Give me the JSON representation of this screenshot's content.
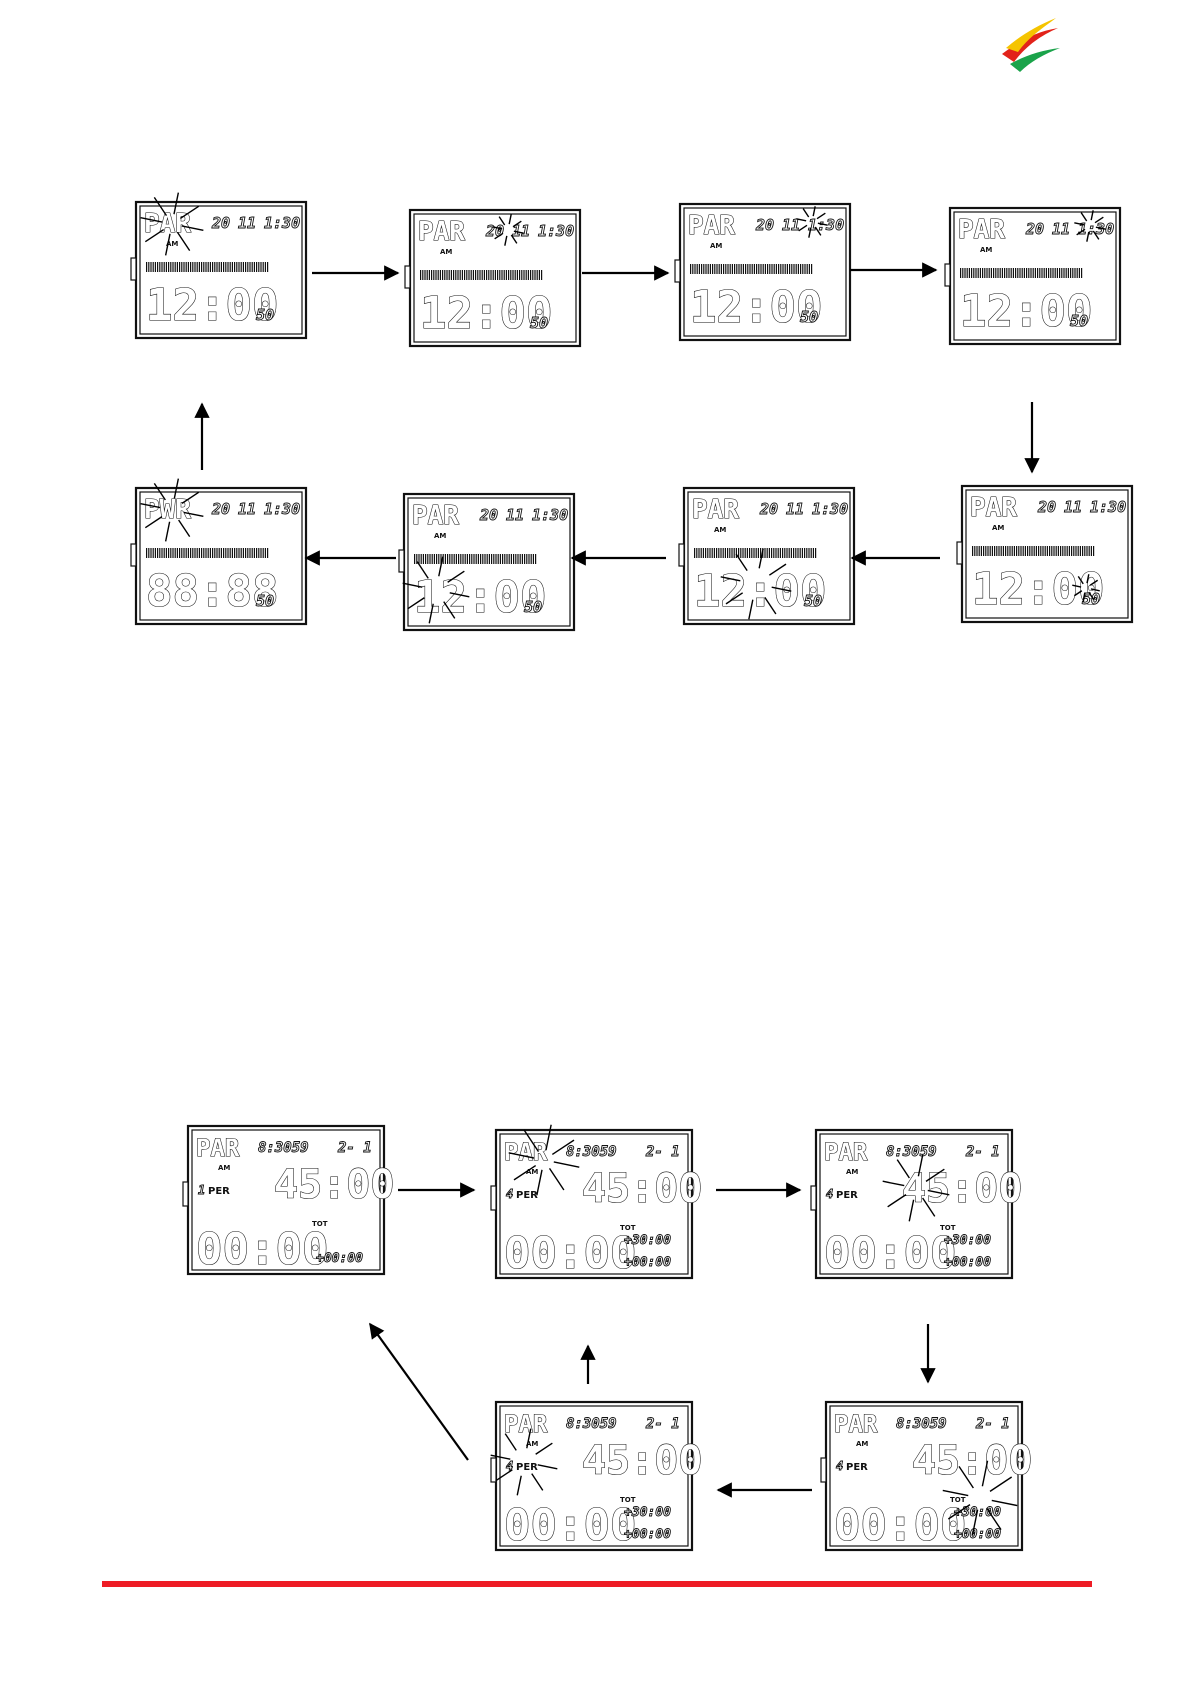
{
  "colors": {
    "accent_line": "#ee1c25",
    "logo_red": "#e2231a",
    "logo_yellow": "#f5c400",
    "logo_green": "#1aa34a"
  },
  "logo": {
    "icon": "swoosh-logo-icon"
  },
  "group1": {
    "screens": [
      {
        "mode": "PAR",
        "sub": "AM",
        "date_a": "20",
        "date_b": "11",
        "time_r": "1:30",
        "big_time": "12:00",
        "small": "50"
      },
      {
        "mode": "PAR",
        "sub": "AM",
        "date_a": "20",
        "date_b": "11",
        "time_r": "1:30",
        "big_time": "12:00",
        "small": "50"
      },
      {
        "mode": "PAR",
        "sub": "AM",
        "date_a": "20",
        "date_b": "11",
        "time_r": "1:30",
        "big_time": "12:00",
        "small": "50"
      },
      {
        "mode": "PAR",
        "sub": "AM",
        "date_a": "20",
        "date_b": "11",
        "time_r": "1:30",
        "big_time": "12:00",
        "small": "50"
      },
      {
        "mode": "PAR",
        "sub": "AM",
        "date_a": "20",
        "date_b": "11",
        "time_r": "1:30",
        "big_time": "12:00",
        "small": "50"
      },
      {
        "mode": "PAR",
        "sub": "AM",
        "date_a": "20",
        "date_b": "11",
        "time_r": "1:30",
        "big_time": "12:00",
        "small": "50"
      },
      {
        "mode": "PAR",
        "sub": "AM",
        "date_a": "20",
        "date_b": "11",
        "time_r": "1:30",
        "big_time": "12:00",
        "small": "50"
      },
      {
        "mode": "PWR",
        "sub": "",
        "date_a": "20",
        "date_b": "11",
        "time_r": "1:30",
        "big_time": "88:88",
        "small": "50"
      }
    ]
  },
  "group2": {
    "screens": [
      {
        "mode": "PAR",
        "clock": "8:3059",
        "date": "2- 1",
        "sub": "AM",
        "big_time": "45:00",
        "per": "PER",
        "per_num": "1",
        "low_time": "00:00",
        "tot": "TOT",
        "tot_val": "",
        "off_val": "+00:00"
      },
      {
        "mode": "PAR",
        "clock": "8:3059",
        "date": "2- 1",
        "sub": "AM",
        "big_time": "45:00",
        "per": "PER",
        "per_num": "4",
        "low_time": "00:00",
        "tot": "TOT",
        "tot_val": "+30:00",
        "off_val": "+00:00"
      },
      {
        "mode": "PAR",
        "clock": "8:3059",
        "date": "2- 1",
        "sub": "AM",
        "big_time": "45:00",
        "per": "PER",
        "per_num": "4",
        "low_time": "00:00",
        "tot": "TOT",
        "tot_val": "+30:00",
        "off_val": "+00:00"
      },
      {
        "mode": "PAR",
        "clock": "8:3059",
        "date": "2- 1",
        "sub": "AM",
        "big_time": "45:00",
        "per": "PER",
        "per_num": "4",
        "low_time": "00:00",
        "tot": "TOT",
        "tot_val": "+30:00",
        "off_val": "+00:00"
      },
      {
        "mode": "PAR",
        "clock": "8:3059",
        "date": "2- 1",
        "sub": "AM",
        "big_time": "45:00",
        "per": "PER",
        "per_num": "4",
        "low_time": "00:00",
        "tot": "TOT",
        "tot_val": "+30:00",
        "off_val": "+00:00"
      }
    ]
  }
}
